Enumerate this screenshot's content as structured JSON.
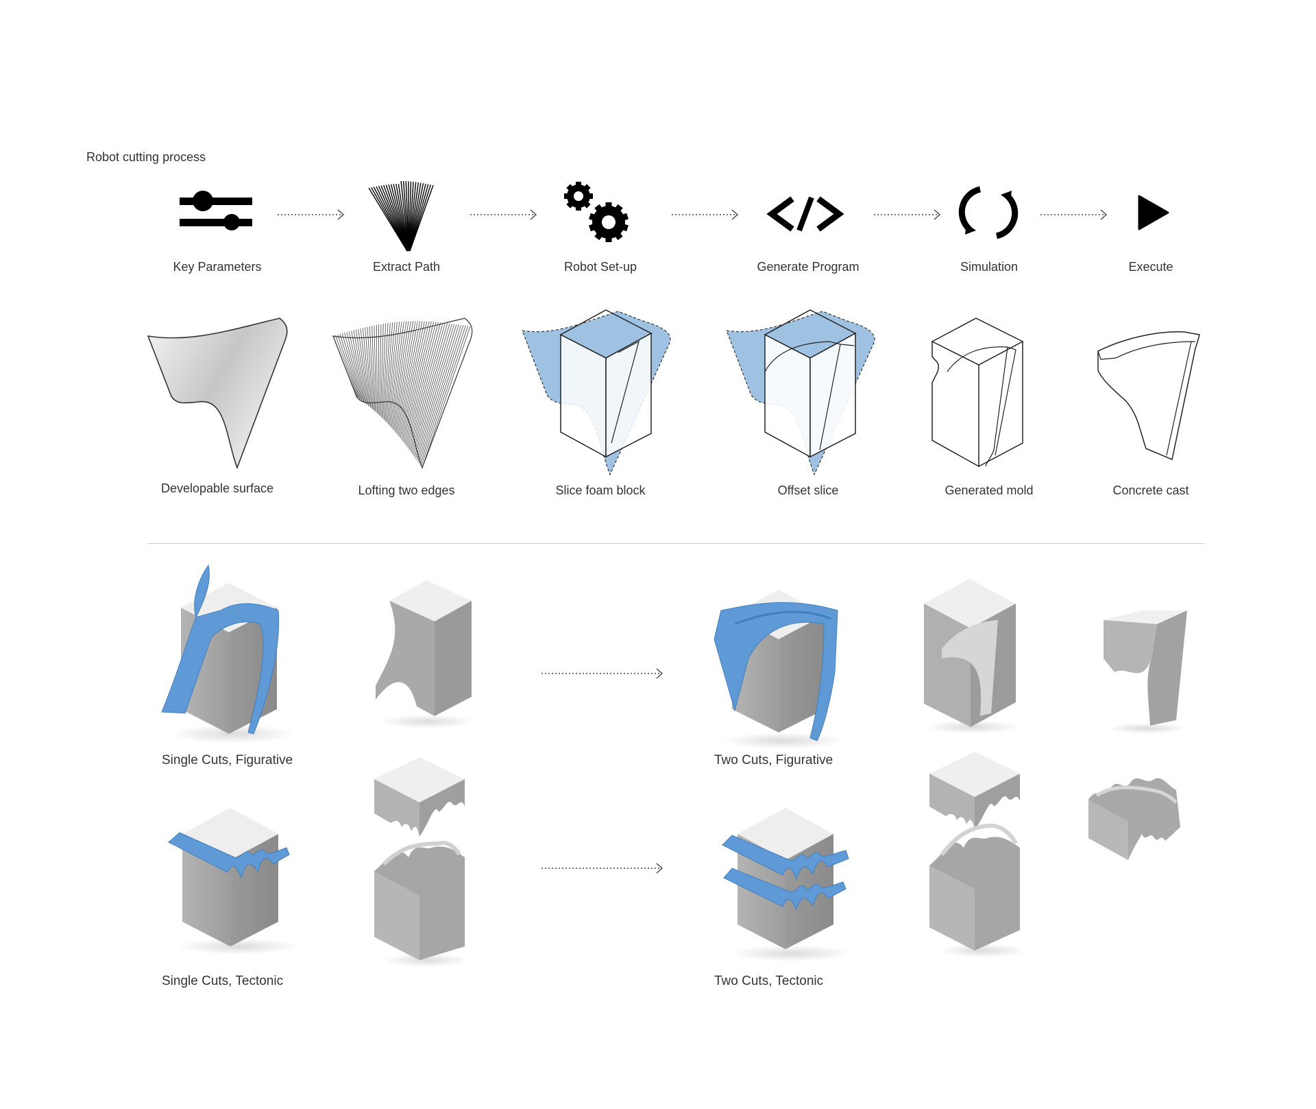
{
  "title": "Robot cutting process",
  "steps": [
    {
      "label": "Key Parameters",
      "icon": "sliders-icon"
    },
    {
      "label": "Extract Path",
      "icon": "fan-path-icon"
    },
    {
      "label": "Robot Set-up",
      "icon": "gears-icon"
    },
    {
      "label": "Generate Program",
      "icon": "code-icon"
    },
    {
      "label": "Simulation",
      "icon": "refresh-icon"
    },
    {
      "label": "Execute",
      "icon": "play-icon"
    }
  ],
  "stages": [
    {
      "label": "Developable surface"
    },
    {
      "label": "Lofting two edges"
    },
    {
      "label": "Slice foam block"
    },
    {
      "label": "Offset slice"
    },
    {
      "label": "Generated mold"
    },
    {
      "label": "Concrete cast"
    }
  ],
  "examples": [
    {
      "label": "Single Cuts, Figurative"
    },
    {
      "label": "Two Cuts, Figurative"
    },
    {
      "label": "Single Cuts, Tectonic"
    },
    {
      "label": "Two Cuts, Tectonic"
    }
  ],
  "colors": {
    "accent_blue": "#5f9ad6",
    "light_blue": "#9fc2e3",
    "block_gray": "#a7a7a7",
    "block_top": "#ededed",
    "ink": "#111111"
  }
}
